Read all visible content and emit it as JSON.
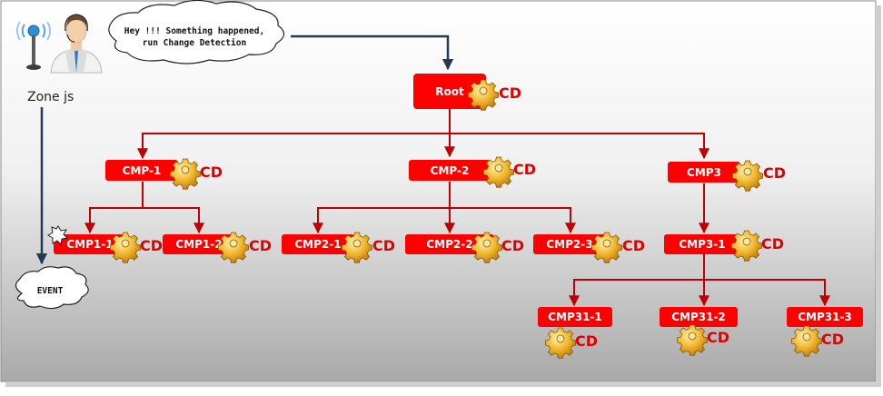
{
  "zone": {
    "label": "Zone js"
  },
  "bubble": {
    "line1": "Hey !!! Something happened,",
    "line2": "run Change Detection"
  },
  "event": {
    "label": "EVENT"
  },
  "cd_text": "CD",
  "nodes": {
    "root": "Root",
    "cmp1": "CMP-1",
    "cmp2": "CMP-2",
    "cmp3": "CMP3",
    "cmp1_1": "CMP1-1",
    "cmp1_2": "CMP1-2",
    "cmp2_1": "CMP2-1",
    "cmp2_2": "CMP2-2",
    "cmp2_3": "CMP2-3",
    "cmp3_1": "CMP3-1",
    "cmp31_1": "CMP31-1",
    "cmp31_2": "CMP31-2",
    "cmp31_3": "CMP31-3"
  },
  "colors": {
    "node_fill": "#ff0000",
    "edge": "#c00000",
    "cd_text": "#e00000",
    "flow_arrow": "#1f3b57"
  },
  "icons": [
    "wifi-antenna-icon",
    "support-agent-icon",
    "gear-icon",
    "star-burst-icon"
  ]
}
